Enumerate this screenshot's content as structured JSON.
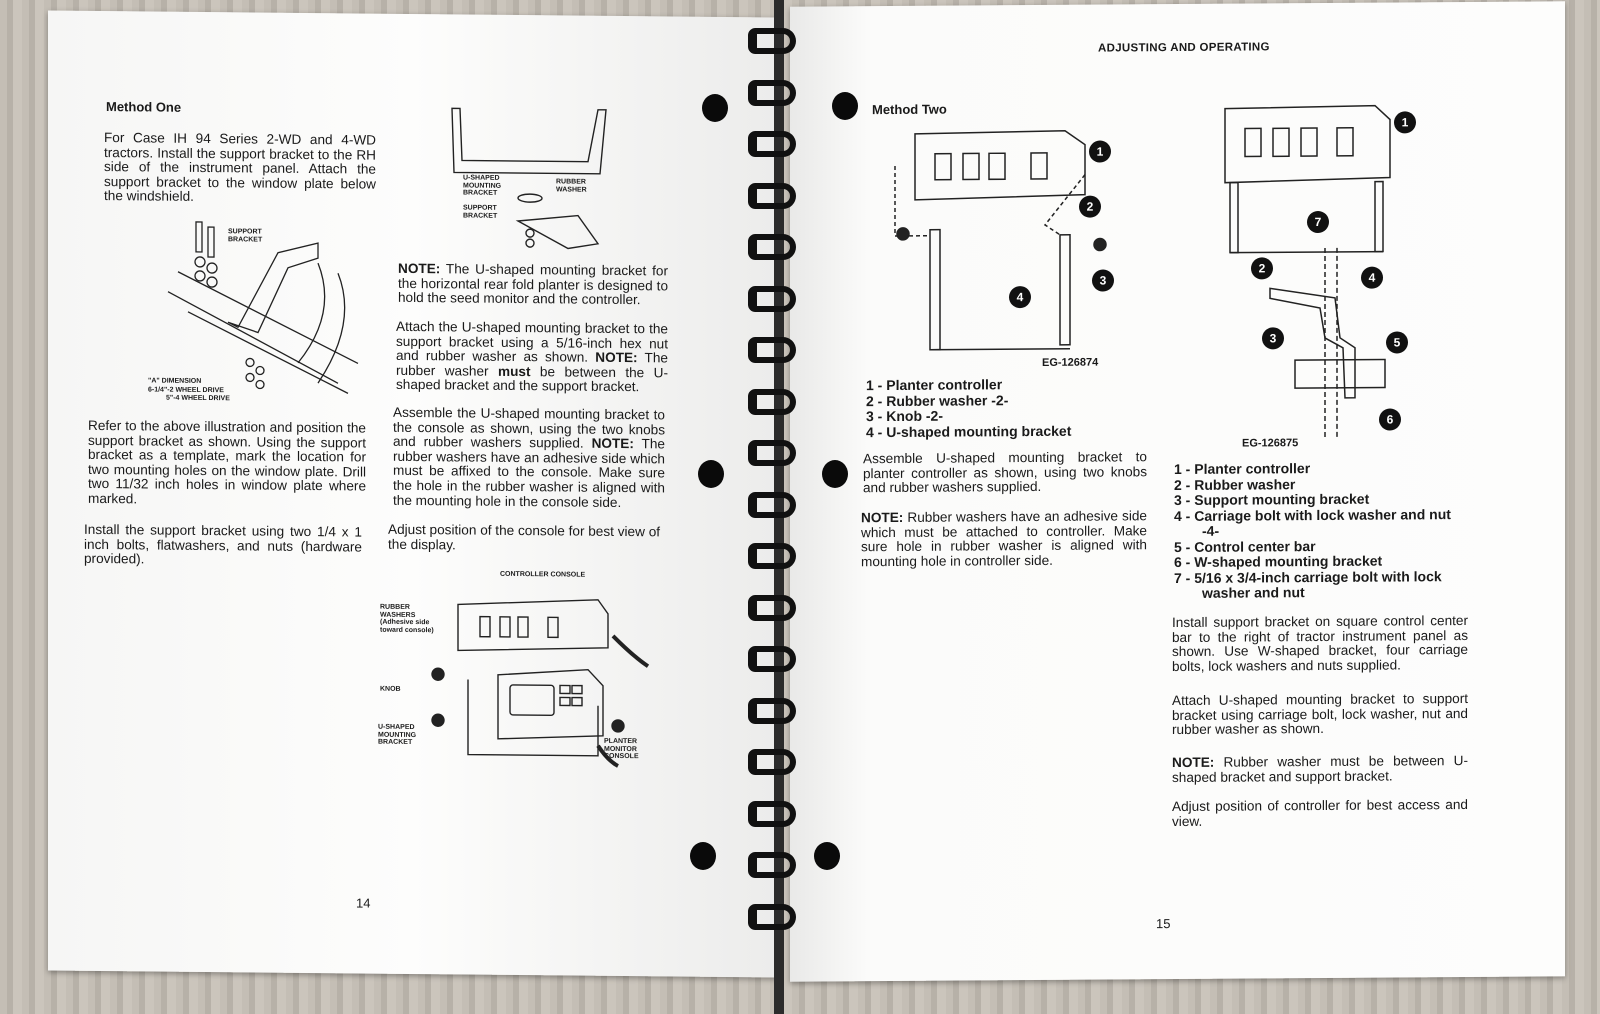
{
  "left_page": {
    "method_one": {
      "heading": "Method One",
      "intro": "For Case IH 94 Series 2-WD and 4-WD tractors. Install the support bracket to the RH side of the instrument panel. Attach the support bracket to the window plate below the windshield.",
      "figure_labels": {
        "support_bracket": "SUPPORT BRACKET",
        "a_dimension": "\"A\" DIMENSION",
        "dim_2wd": "6-1/4\"-2 WHEEL DRIVE",
        "dim_4wd": "5\"-4 WHEEL DRIVE"
      },
      "para_refer": "Refer to the above illustration and position the support bracket as shown. Using the support bracket as a template, mark the location for two mounting holes on the window plate. Drill two 11/32 inch holes in window plate where marked.",
      "para_install": "Install the support bracket using two 1/4 x 1 inch bolts, flatwashers, and nuts (hardware provided)."
    },
    "column_two": {
      "figure_labels": {
        "u_bracket": "U-SHAPED MOUNTING BRACKET",
        "rubber_washer": "RUBBER WASHER",
        "support_bracket": "SUPPORT BRACKET"
      },
      "note_label": "NOTE:",
      "note_text": " The U-shaped mounting bracket for the horizontal rear fold planter is designed to hold the seed monitor and the controller.",
      "attach_a": "Attach the U-shaped mounting bracket to the support bracket using a 5/16-inch hex nut and rubber washer as shown. ",
      "attach_note": "NOTE:",
      "attach_b": " The rubber washer ",
      "attach_must": "must",
      "attach_c": " be between the U-shaped bracket and the support bracket.",
      "assemble_a": "Assemble the U-shaped mounting bracket to the console as shown, using the two knobs and rubber washers supplied. ",
      "assemble_note": "NOTE:",
      "assemble_b": " The rubber washers have an adhesive side which must be affixed to the console. Make sure the hole in the rubber washer is aligned with the mounting hole in the console side.",
      "adjust": "Adjust position of the console for best view of the display.",
      "console_labels": {
        "controller_console": "CONTROLLER CONSOLE",
        "rubber_washers": "RUBBER WASHERS (Adhesive side toward console)",
        "knob": "KNOB",
        "u_bracket": "U-SHAPED MOUNTING BRACKET",
        "planter_monitor": "PLANTER MONITOR CONSOLE"
      }
    },
    "page_number": "14"
  },
  "right_page": {
    "header": "ADJUSTING AND OPERATING",
    "method_two": {
      "heading": "Method Two",
      "figure_id": "EG-126874",
      "legend": [
        "1 - Planter controller",
        "2 - Rubber washer -2-",
        "3 - Knob -2-",
        "4 - U-shaped mounting bracket"
      ],
      "assemble": "Assemble U-shaped mounting bracket to planter controller as shown, using two knobs and rubber washers supplied.",
      "note_label": "NOTE:",
      "note_text": " Rubber washers have an adhesive side which must be attached to controller. Make sure hole in rubber washer is aligned with mounting hole in controller side."
    },
    "column_two": {
      "figure_id": "EG-126875",
      "legend": [
        "1 - Planter controller",
        "2 - Rubber washer",
        "3 - Support mounting bracket",
        "4 - Carriage bolt with lock washer and nut -4-",
        "5 - Control center bar",
        "6 - W-shaped mounting bracket",
        "7 - 5/16 x 3/4-inch carriage bolt with lock washer and nut"
      ],
      "install": "Install support bracket on square control center bar to the right of tractor instrument panel as shown. Use W-shaped bracket, four carriage bolts, lock washers and nuts supplied.",
      "attach": "Attach U-shaped mounting bracket to support bracket using carriage bolt, lock washer, nut and rubber washer as shown.",
      "note_label": "NOTE:",
      "note_text": " Rubber washer must be between U-shaped bracket and support bracket.",
      "adjust": "Adjust position of controller for best access and view."
    },
    "callouts": [
      "1",
      "2",
      "3",
      "4",
      "5",
      "6",
      "7"
    ],
    "page_number": "15"
  }
}
